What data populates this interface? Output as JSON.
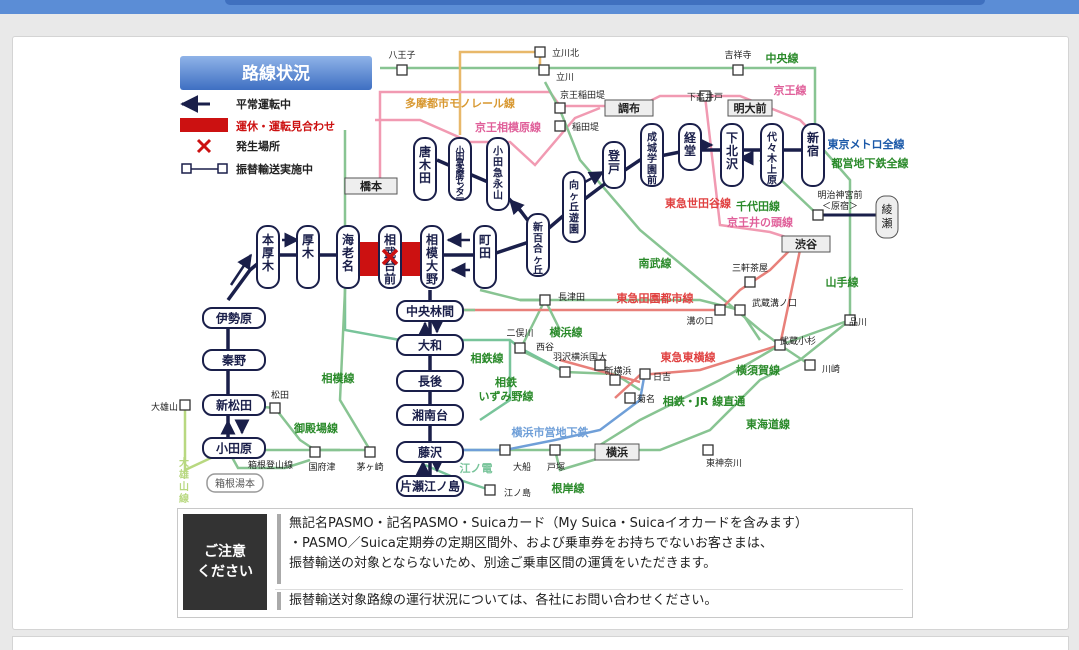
{
  "title": "路線状況",
  "legend": [
    {
      "id": "normal",
      "label": "平常運転中",
      "color": "#1a1f4a"
    },
    {
      "id": "suspended",
      "label": "運休・運転見合わせ",
      "color": "#cc0000"
    },
    {
      "id": "incident",
      "label": "発生場所",
      "color": "#cc0000"
    },
    {
      "id": "transfer",
      "label": "振替輸送実施中",
      "color": "#1a1f4a"
    }
  ],
  "colors": {
    "odakyu": "#1a1f4a",
    "suspended": "#cc1111",
    "jr": "#88c492",
    "keio": "#f19ab2",
    "tokyu": "#e8807a",
    "monorail": "#e8b86a",
    "sotetsu": "#78c49a",
    "tokaido": "#78b478",
    "subway": "#6f9fd8",
    "daiyuzan": "#b8d880",
    "greenText": "#2a8a2a",
    "pinkText": "#e0609a",
    "redText": "#e04040",
    "blueText": "#1a58a8",
    "orangeText": "#d89830"
  },
  "stations_main": {
    "hon_atsugi": "本厚木",
    "atsugi": "厚木",
    "ebina": "海老名",
    "sagami_daino": "相武台前",
    "sagami_ono": "相模大野",
    "machida": "町田",
    "shinyurigaoka": "新百合ヶ丘",
    "mukogaoka": "向ヶ丘遊園",
    "noborito": "登戸",
    "seijo": "成城学園前",
    "kyodo": "経堂",
    "shimokita": "下北沢",
    "yoyogi_uehara": "代々木上原",
    "shinjuku": "新宿",
    "karakida": "唐木田",
    "tama_center": "小田急多摩センター",
    "nagayama": "小田急永山",
    "isehara": "伊勢原",
    "hadano": "秦野",
    "shin_matsuda": "新松田",
    "odawara": "小田原",
    "hakone_yumoto": "箱根湯本",
    "chuo_rinkan": "中央林間",
    "yamato": "大和",
    "chogo": "長後",
    "shonandai": "湘南台",
    "fujisawa": "藤沢",
    "katase": "片瀬江ノ島"
  },
  "stations_other": {
    "hachioji": "八王子",
    "tachikawa_kita": "立川北",
    "tachikawa": "立川",
    "keio_inadazutsumi": "京王稲田堤",
    "inadazutsumi": "稲田堤",
    "chofu": "調布",
    "shimo_takaido": "下高井戸",
    "meidaimae": "明大前",
    "kichijoji": "吉祥寺",
    "hashimoto": "橋本",
    "meiji_jingumae": "明治神宮前",
    "harajuku": "＜原宿＞",
    "ayase": "綾瀬",
    "shibuya": "渋谷",
    "sangenjaya": "三軒茶屋",
    "musashi_kosugi": "武蔵小杉",
    "musashi_mizonokuchi": "武蔵溝ノ口",
    "mizonokuchi": "溝の口",
    "nagatsuta": "長津田",
    "futamatagawa": "二俣川",
    "nishiya": "西谷",
    "hazawa": "羽沢横浜国大",
    "shin_yokohama": "新横浜",
    "hiyoshi": "日吉",
    "kikuna": "菊名",
    "kawasaki": "川崎",
    "shinagawa": "品川",
    "yokohama": "横浜",
    "higashi_kanagawa": "東神奈川",
    "ofuna": "大船",
    "totsuka": "戸塚",
    "enoshima": "江ノ島",
    "matsuda": "松田",
    "daiyuzan": "大雄山",
    "kozu": "国府津",
    "chigasaki": "茅ヶ崎"
  },
  "lines": {
    "chuo": "中央線",
    "keio": "京王線",
    "tama_monorail": "多摩都市モノレール線",
    "keio_sagamihara": "京王相模原線",
    "tokyo_metro": "東京メトロ全線",
    "toei": "都営地下鉄全線",
    "tokyu_setagaya": "東急世田谷線",
    "keio_inokashira": "京王井の頭線",
    "chiyoda": "千代田線",
    "nambu": "南武線",
    "yamanote": "山手線",
    "denentoshi": "東急田園都市線",
    "yokohama_line": "横浜線",
    "sotetsu": "相鉄線",
    "sotetsu_izumino": "相鉄\nいずみ野線",
    "tokyu_toyoko": "東急東横線",
    "yokosuka": "横須賀線",
    "sotetsu_jr": "相鉄・JR 線直通",
    "sagami": "相模線",
    "gotemba": "御殿場線",
    "hakone_tozan": "箱根登山線",
    "daiyuzan_line": "大雄山線",
    "municipal_subway": "横浜市営地下鉄",
    "enoden": "江ノ電",
    "tokaido": "東海道線",
    "negishi": "根岸線"
  },
  "notice": {
    "badge": "ご注意\nください",
    "line1": "無記名PASMO・記名PASMO・Suicaカード（My Suica・Suicaイオカードを含みます）",
    "line2": "・PASMO／Suica定期券の定期区間外、および乗車券をお持ちでないお客さまは、",
    "line3": "振替輸送の対象とならないため、別途ご乗車区間の運賃をいただきます。",
    "line4": "振替輸送対象路線の運行状況については、各社にお問い合わせください。"
  }
}
